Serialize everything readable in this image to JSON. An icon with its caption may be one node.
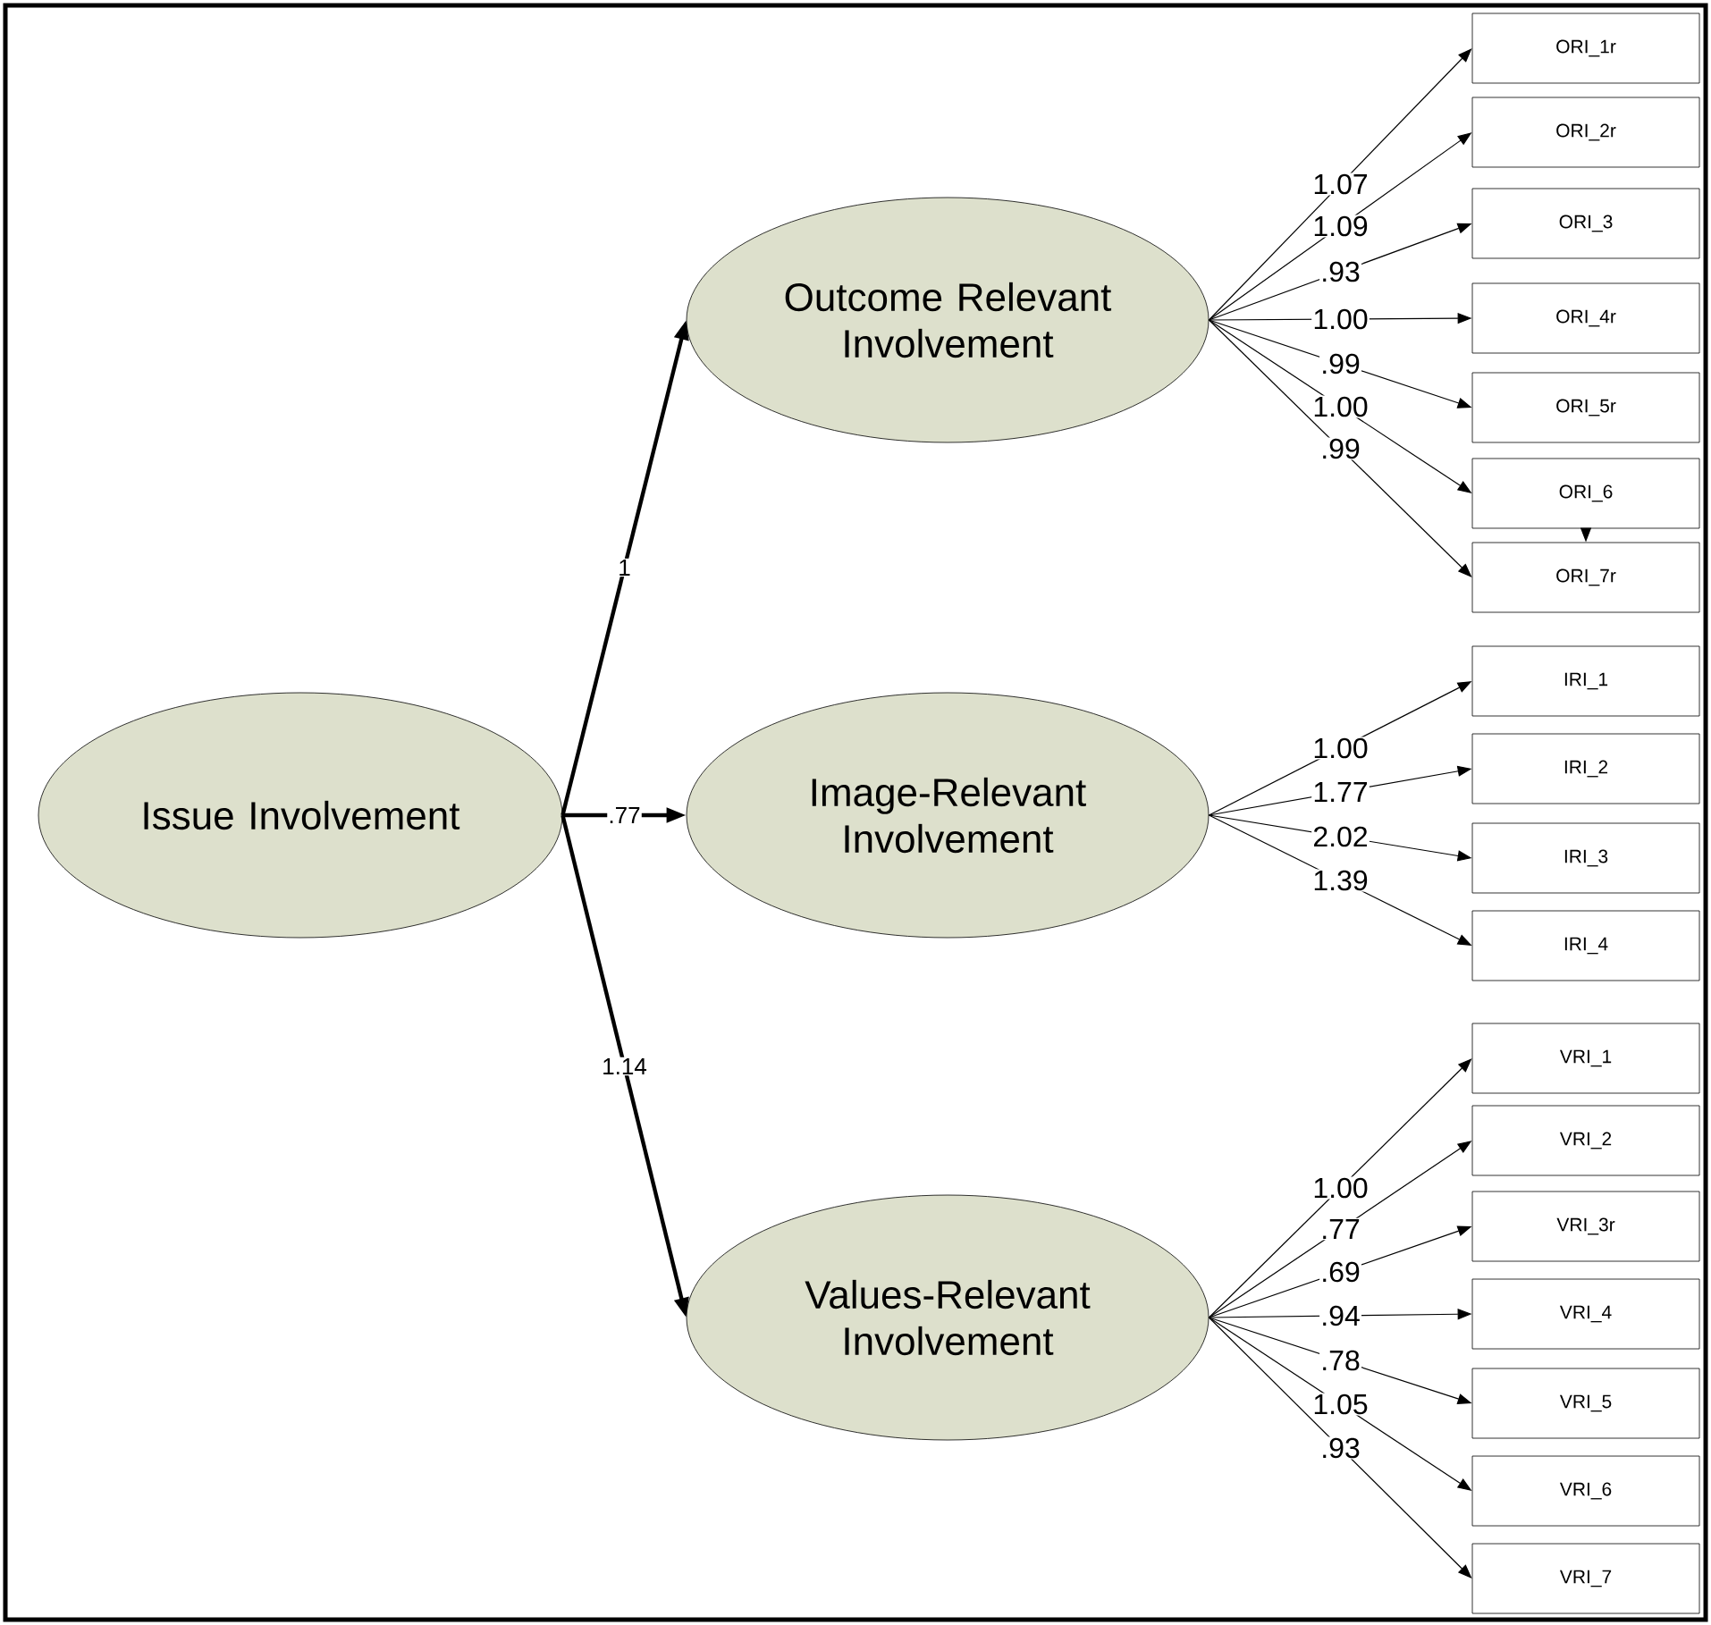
{
  "diagram": {
    "nodes": [
      {
        "text": [
          "Issue Involvement"
        ]
      },
      {
        "text": [
          "Outcome Relevant Involvement"
        ]
      },
      {
        "text": [
          "ORI_1r"
        ]
      },
      {
        "text": [
          "ORI_2r"
        ]
      },
      {
        "text": [
          "ORI_3"
        ]
      },
      {
        "text": [
          "ORI_4r"
        ]
      },
      {
        "text": [
          "ORI_5r"
        ]
      },
      {
        "text": [
          "ORI_6"
        ]
      },
      {
        "text": [
          "ORI_7r"
        ]
      },
      {
        "text": [
          "Image-Relevant Involvement"
        ]
      },
      {
        "text": [
          "IRI_1"
        ]
      },
      {
        "text": [
          "IRI_2"
        ]
      },
      {
        "text": [
          "IRI_3"
        ]
      },
      {
        "text": [
          "IRI_4"
        ]
      },
      {
        "text": [
          "Values-Relevant Involvement"
        ]
      },
      {
        "text": [
          "VRI_1"
        ]
      },
      {
        "text": [
          "VRI_2"
        ]
      },
      {
        "text": [
          "VRI_3r"
        ]
      },
      {
        "text": [
          "VRI_4"
        ]
      },
      {
        "text": [
          "VRI_5"
        ]
      },
      {
        "text": [
          "VRI_6"
        ]
      },
      {
        "text": [
          "VRI_7"
        ]
      }
    ],
    "edges": [
      {
        "from": 0,
        "to": 1,
        "arrow": "to",
        "label": "1",
        "style": "thick"
      },
      {
        "from": 0,
        "to": 9,
        "arrow": "to",
        "label": ".77",
        "style": "thick"
      },
      {
        "from": 0,
        "to": 14,
        "arrow": "to",
        "label": "1.14",
        "style": "thick"
      },
      {
        "from": 1,
        "to": 2,
        "arrow": "to",
        "label": "1.07"
      },
      {
        "from": 1,
        "to": 3,
        "arrow": "to",
        "label": "1.09"
      },
      {
        "from": 1,
        "to": 4,
        "arrow": "to",
        "label": ".93"
      },
      {
        "from": 1,
        "to": 5,
        "arrow": "to",
        "label": "1.00"
      },
      {
        "from": 1,
        "to": 6,
        "arrow": "to",
        "label": ".99"
      },
      {
        "from": 1,
        "to": 7,
        "arrow": "to",
        "label": "1.00"
      },
      {
        "from": 1,
        "to": 8,
        "arrow": "to",
        "label": ".99"
      },
      {
        "from": 7,
        "to": 8,
        "arrow": "to"
      },
      {
        "from": 9,
        "to": 10,
        "arrow": "to",
        "label": "1.00"
      },
      {
        "from": 9,
        "to": 11,
        "arrow": "to",
        "label": "1.77"
      },
      {
        "from": 9,
        "to": 12,
        "arrow": "to",
        "label": "2.02"
      },
      {
        "from": 9,
        "to": 13,
        "arrow": "to",
        "label": "1.39"
      },
      {
        "from": 14,
        "to": 15,
        "arrow": "to",
        "label": "1.00"
      },
      {
        "from": 14,
        "to": 16,
        "arrow": "to",
        "label": ".77"
      },
      {
        "from": 14,
        "to": 17,
        "arrow": "to",
        "label": ".69"
      },
      {
        "from": 14,
        "to": 18,
        "arrow": "to",
        "label": ".94"
      },
      {
        "from": 14,
        "to": 19,
        "arrow": "to",
        "label": ".78"
      },
      {
        "from": 14,
        "to": 20,
        "arrow": "to",
        "label": "1.05"
      },
      {
        "from": 14,
        "to": 21,
        "arrow": "to",
        "label": ".93"
      }
    ]
  }
}
